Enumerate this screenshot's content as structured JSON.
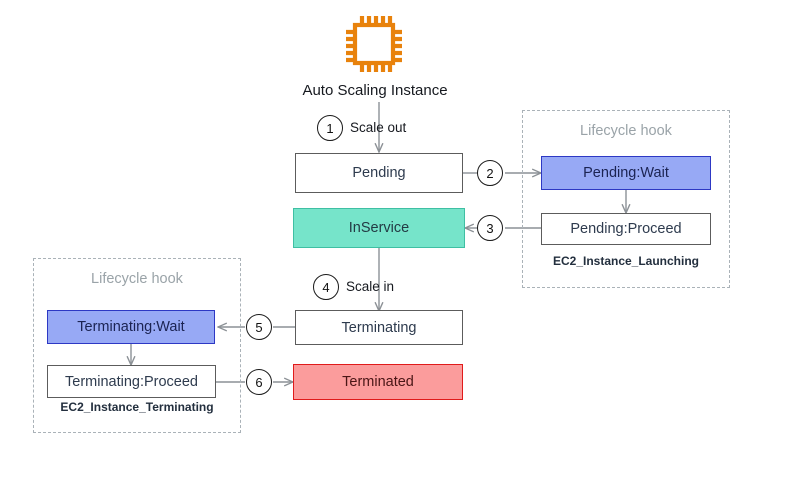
{
  "diagram": {
    "title": "Auto Scaling Instance",
    "icon": "ec2-instance-chip-icon",
    "accent_orange": "#E8820C",
    "colors": {
      "teal_fill": "#76E4CA",
      "teal_border": "#3FBFA3",
      "blue_fill": "#97A9F5",
      "blue_border": "#2D38C4",
      "red_fill": "#FB9C9C",
      "red_border": "#E01B1B",
      "plain_fill": "#FFFFFF",
      "plain_border": "#5C5C5C",
      "hook_border": "#AAB2B8",
      "hook_label": "#9AA3A8",
      "connector": "#8C9196",
      "footer_text": "#232F3E"
    }
  },
  "states": {
    "pending": "Pending",
    "in_service": "InService",
    "terminating": "Terminating",
    "terminated": "Terminated",
    "pending_wait": "Pending:Wait",
    "pending_proceed": "Pending:Proceed",
    "terminating_wait": "Terminating:Wait",
    "terminating_proceed": "Terminating:Proceed"
  },
  "hooks": {
    "launching": {
      "title": "Lifecycle hook",
      "footer": "EC2_Instance_Launching"
    },
    "terminating": {
      "title": "Lifecycle hook",
      "footer": "EC2_Instance_Terminating"
    }
  },
  "steps": {
    "one": "1",
    "two": "2",
    "three": "3",
    "four": "4",
    "five": "5",
    "six": "6"
  },
  "edge_labels": {
    "scale_out": "Scale out",
    "scale_in": "Scale in"
  }
}
